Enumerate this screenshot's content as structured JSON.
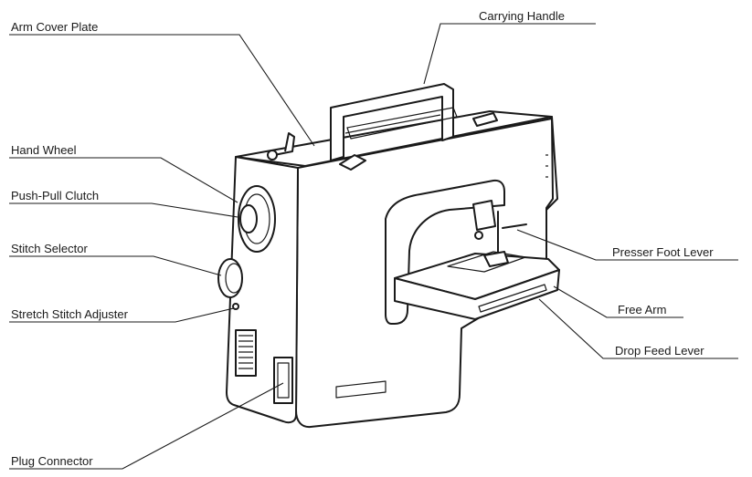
{
  "labels": {
    "arm_cover_plate": "Arm Cover Plate",
    "carrying_handle": "Carrying Handle",
    "hand_wheel": "Hand Wheel",
    "push_pull_clutch": "Push-Pull Clutch",
    "stitch_selector": "Stitch Selector",
    "stretch_stitch_adjuster": "Stretch Stitch Adjuster",
    "presser_foot_lever": "Presser Foot Lever",
    "free_arm": "Free Arm",
    "drop_feed_lever": "Drop Feed Lever",
    "plug_connector": "Plug Connector"
  },
  "colors": {
    "ink": "#1a1a1a",
    "paper": "#ffffff"
  }
}
